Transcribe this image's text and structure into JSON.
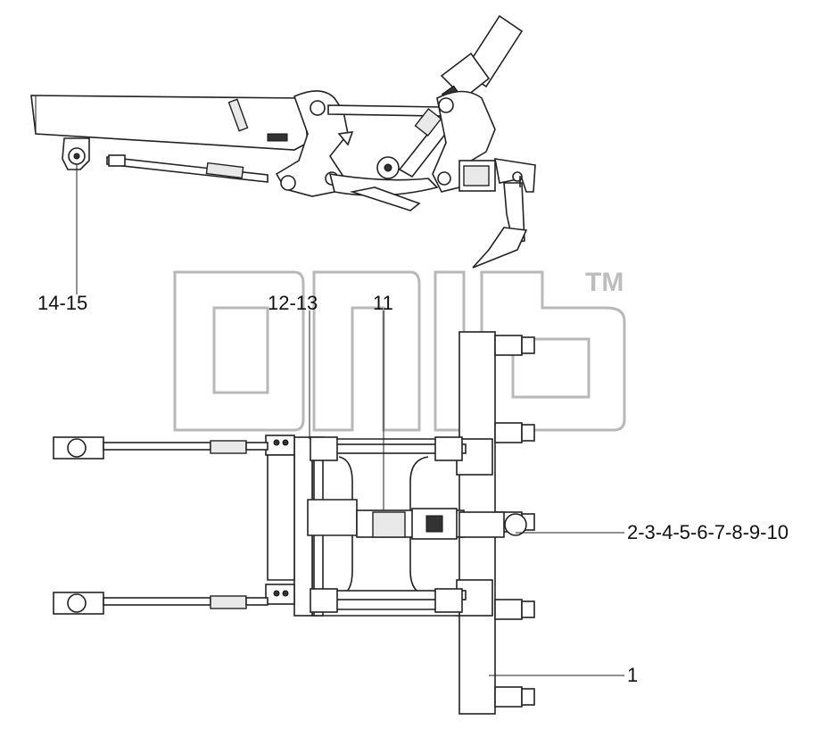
{
  "watermark": {
    "trademark": "TM"
  },
  "callouts": {
    "c14_15": "14-15",
    "c12_13": "12-13",
    "c11": "11",
    "c2_10": "2-3-4-5-6-7-8-9-10",
    "c1": "1"
  }
}
